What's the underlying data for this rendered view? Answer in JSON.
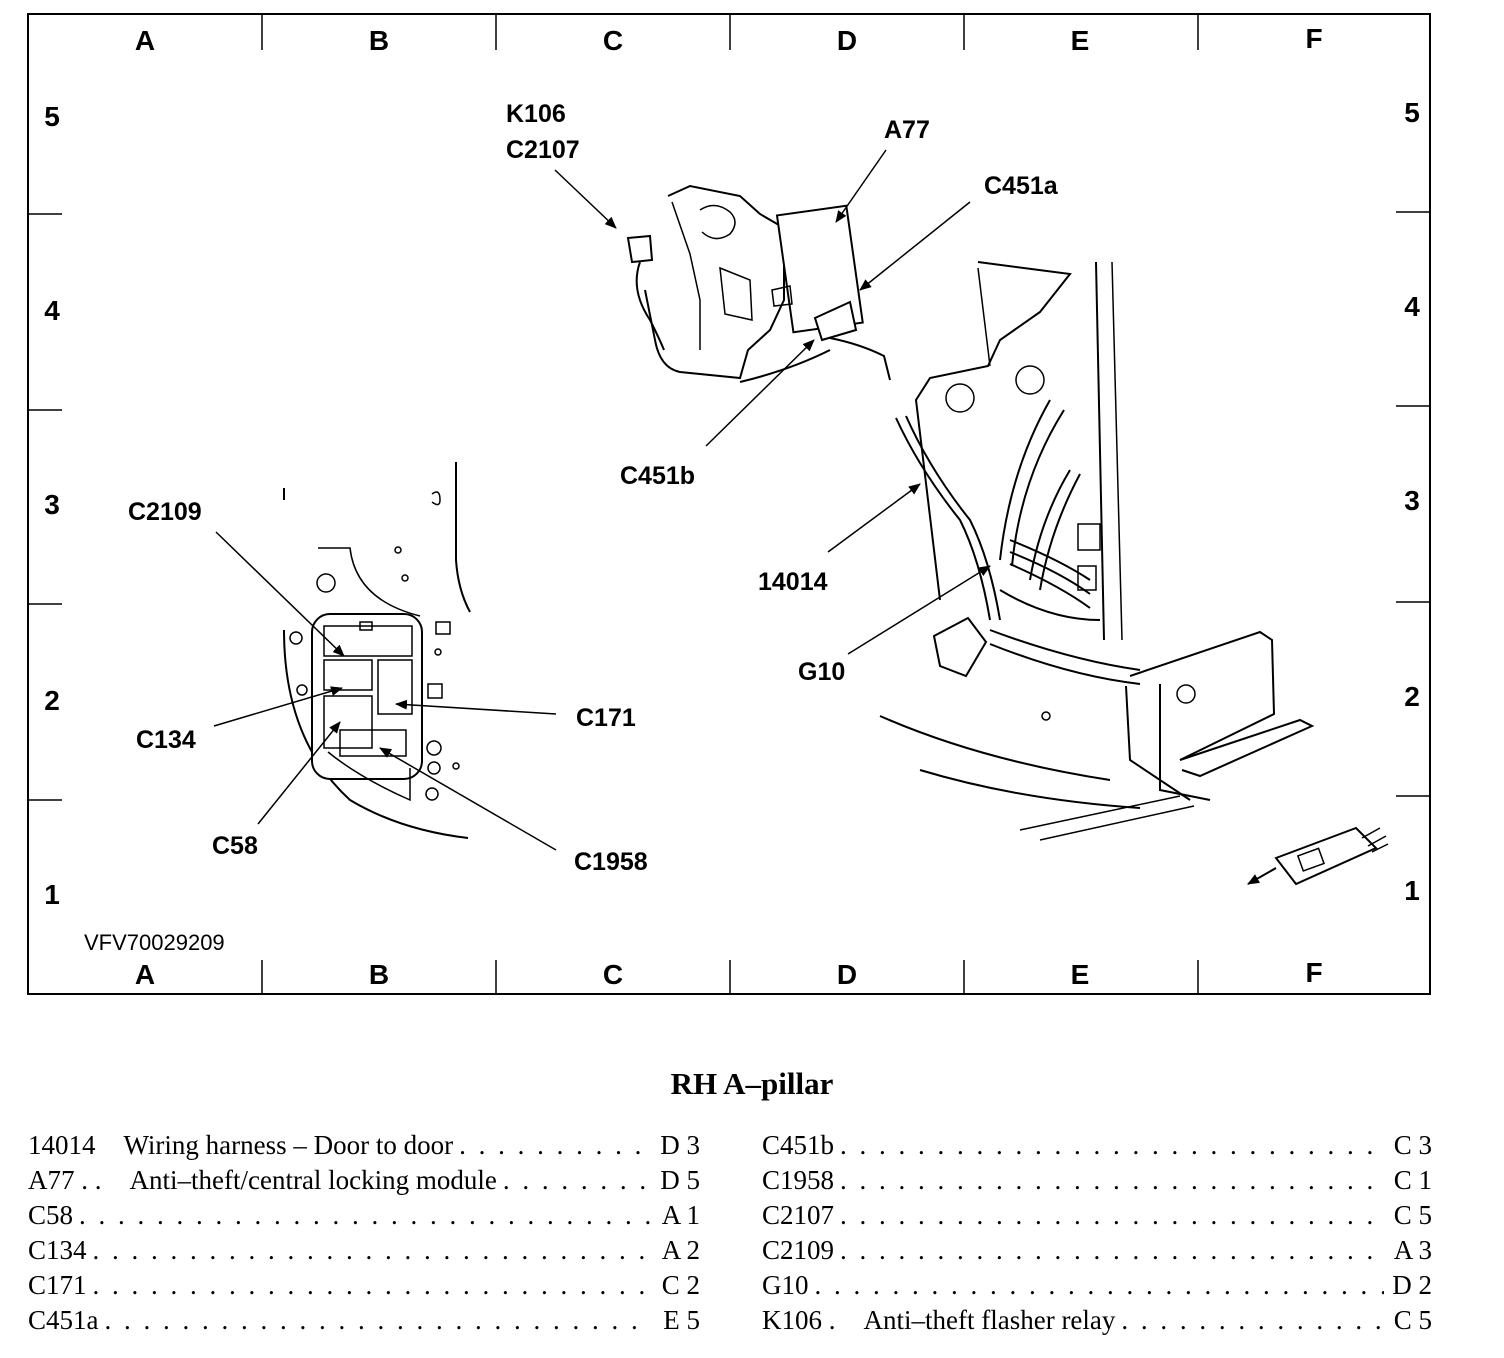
{
  "grid": {
    "columns": [
      "A",
      "B",
      "C",
      "D",
      "E",
      "F"
    ],
    "rows": [
      "5",
      "4",
      "3",
      "2",
      "1"
    ]
  },
  "image_id_label": "VFV70029209",
  "callouts": {
    "k106_c2107": [
      "K106",
      "C2107"
    ],
    "a77": "A77",
    "c451a": "C451a",
    "c451b": "C451b",
    "n14014": "14014",
    "g10": "G10",
    "c2109": "C2109",
    "c134": "C134",
    "c171": "C171",
    "c58": "C58",
    "c1958": "C1958"
  },
  "legend": {
    "title": "RH A–pillar",
    "left": [
      {
        "code": "14014",
        "description": "Wiring harness – Door to door",
        "location": "D 3"
      },
      {
        "code": "A77 . .",
        "description": "Anti–theft/central locking module",
        "location": "D 5"
      },
      {
        "code": "C58",
        "description": "",
        "location": "A 1"
      },
      {
        "code": "C134",
        "description": "",
        "location": "A 2"
      },
      {
        "code": "C171",
        "description": "",
        "location": "C 2"
      },
      {
        "code": "C451a",
        "description": "",
        "location": "E 5"
      }
    ],
    "right": [
      {
        "code": "C451b",
        "description": "",
        "location": "C 3"
      },
      {
        "code": "C1958",
        "description": "",
        "location": "C 1"
      },
      {
        "code": "C2107",
        "description": "",
        "location": "C 5"
      },
      {
        "code": "C2109",
        "description": "",
        "location": "A 3"
      },
      {
        "code": "G10",
        "description": "",
        "location": "D 2"
      },
      {
        "code": "K106 .",
        "description": "Anti–theft flasher relay",
        "location": "C 5"
      }
    ]
  }
}
